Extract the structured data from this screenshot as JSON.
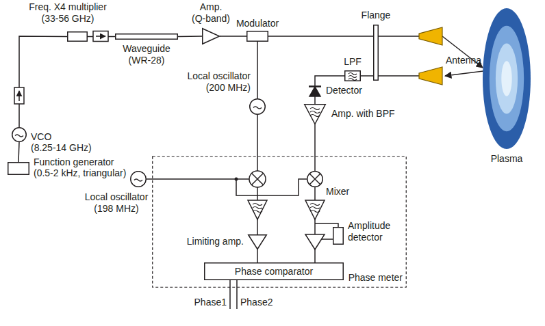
{
  "diagram": {
    "nodes": [
      {
        "text": [
          "Function generator",
          "(0.5-2 kHz, triangular)"
        ]
      },
      {
        "text": [
          "VCO",
          "(8.25-14 GHz)"
        ]
      },
      {
        "text": [
          "Freq. X4 multiplier",
          "(33-56 GHz)"
        ]
      },
      {
        "text": [
          "Waveguide",
          "(WR-28)"
        ]
      },
      {
        "text": [
          "Amp.",
          "(Q-band)"
        ]
      },
      {
        "text": [
          "Modulator"
        ]
      },
      {
        "text": [
          "Flange"
        ]
      },
      {
        "text": [
          "Antenna"
        ]
      },
      {
        "text": [
          "Plasma"
        ]
      },
      {
        "text": [
          "LPF"
        ]
      },
      {
        "text": [
          "Detector"
        ]
      },
      {
        "text": [
          "Amp. with BPF"
        ]
      },
      {
        "text": [
          "Local oscillator",
          "(200 MHz)"
        ]
      },
      {
        "text": [
          "Local oscillator",
          "(198 MHz)"
        ]
      },
      {
        "text": [
          "Phase meter"
        ]
      },
      {
        "text": [
          "Mixer"
        ],
        "in": 14
      },
      {
        "text": [
          "Limiting amp."
        ],
        "in": 14
      },
      {
        "text": [
          "Amplitude detector"
        ],
        "in": 14
      },
      {
        "text": [
          "Phase comparator"
        ],
        "in": 14
      }
    ],
    "edges": [
      {
        "from": 0,
        "to": 1,
        "arrow": "none"
      },
      {
        "from": 1,
        "to": 2,
        "arrow": "none"
      },
      {
        "from": 2,
        "to": 3,
        "arrow": "none"
      },
      {
        "from": 3,
        "to": 4,
        "arrow": "none"
      },
      {
        "from": 4,
        "to": 5,
        "arrow": "none"
      },
      {
        "from": 5,
        "to": 6,
        "arrow": "none"
      },
      {
        "from": 6,
        "to": 7,
        "arrow": "none"
      },
      {
        "from": 7,
        "to": 8,
        "arrow": "to"
      },
      {
        "from": 6,
        "to": 9,
        "arrow": "none"
      },
      {
        "from": 9,
        "to": 10,
        "arrow": "none"
      },
      {
        "from": 10,
        "to": 11,
        "arrow": "none"
      },
      {
        "from": 11,
        "to": 15,
        "arrow": "none"
      },
      {
        "from": 12,
        "to": 5,
        "arrow": "none"
      },
      {
        "from": 13,
        "to": 15,
        "arrow": "none"
      },
      {
        "from": 16,
        "to": 18,
        "arrow": "none"
      }
    ],
    "labels": [
      "Phase1",
      "Phase2"
    ]
  }
}
